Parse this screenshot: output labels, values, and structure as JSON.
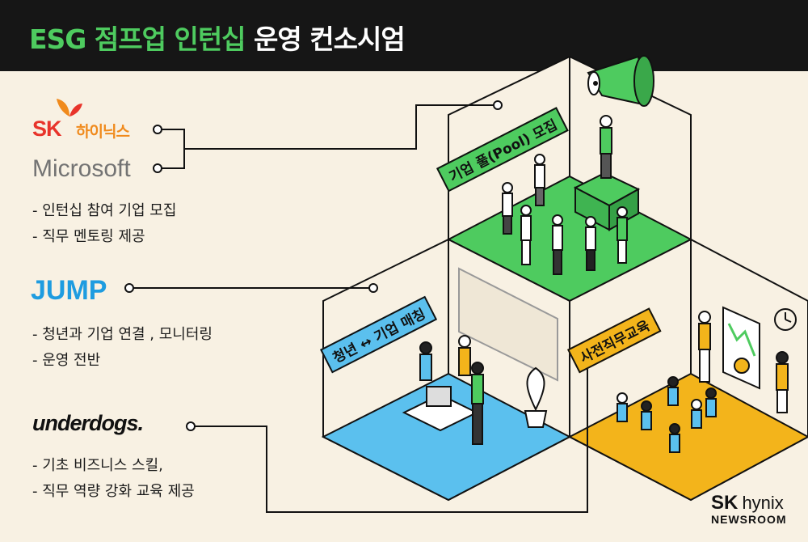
{
  "header": {
    "title_highlight": "ESG 점프업 인턴십",
    "title_rest": "운영 컨소시엄"
  },
  "partners": {
    "sk_hynix": {
      "brand": "SK",
      "name": "하이닉스"
    },
    "microsoft": {
      "name": "Microsoft"
    },
    "sk_ms_bullets": [
      "- 인턴십 참여 기업 모집",
      "- 직무 멘토링 제공"
    ],
    "jump": {
      "name": "JUMP"
    },
    "jump_bullets": [
      "- 청년과 기업 연결 , 모니터링",
      "- 운영 전반"
    ],
    "underdogs": {
      "name": "underdogs."
    },
    "underdogs_bullets": [
      "- 기초 비즈니스 스킬,",
      "- 직무 역량 강화 교육 제공"
    ]
  },
  "stages": {
    "recruit": "기업 풀(Pool) 모집",
    "matching": "청년 ↔ 기업 매칭",
    "training": "사전직무교육"
  },
  "footer": {
    "brand": "SK",
    "name": "hynix",
    "sub": "NEWSROOM"
  },
  "colors": {
    "header_bg": "#161616",
    "title_green": "#4ecb5f",
    "background": "#f8f1e3",
    "floor_green": "#4ecb5f",
    "floor_blue": "#5bc0ee",
    "floor_orange": "#f3b41b",
    "sk_red": "#e8342b",
    "sk_orange": "#f08a1c",
    "jump_blue": "#1e9ce0",
    "microsoft_gray": "#737373"
  }
}
